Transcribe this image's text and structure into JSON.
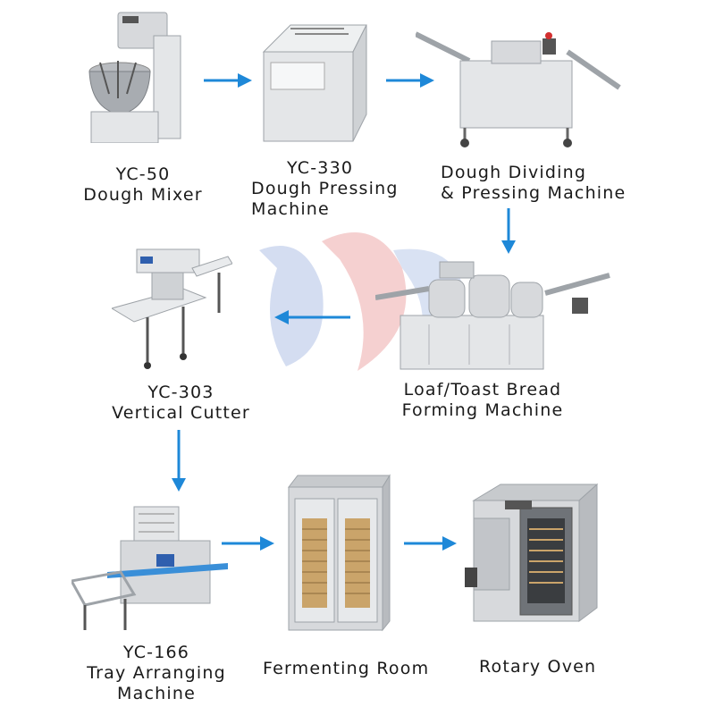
{
  "colors": {
    "arrow": "#1e88d8",
    "steel": "#d7d9dc",
    "steel_dark": "#9ea3a8",
    "watermark_red": "#f3c8c8",
    "watermark_blue": "#c9d5ee"
  },
  "watermark": {
    "logo": "company-logo-watermark"
  },
  "steps": {
    "mixer": {
      "line1": "YC-50",
      "line2": "Dough Mixer"
    },
    "pressing": {
      "line1": "YC-330",
      "line2": "Dough Pressing",
      "line3": "Machine"
    },
    "dividing": {
      "line1": "Dough Dividing",
      "line2": "& Pressing Machine"
    },
    "forming": {
      "line1": "Loaf/Toast Bread",
      "line2": "Forming Machine"
    },
    "cutter": {
      "line1": "YC-303",
      "line2": "Vertical Cutter"
    },
    "tray": {
      "line1": "YC-166",
      "line2": "Tray Arranging",
      "line3": "Machine"
    },
    "fermenting": {
      "line1": "Fermenting Room"
    },
    "oven": {
      "line1": "Rotary Oven"
    }
  }
}
